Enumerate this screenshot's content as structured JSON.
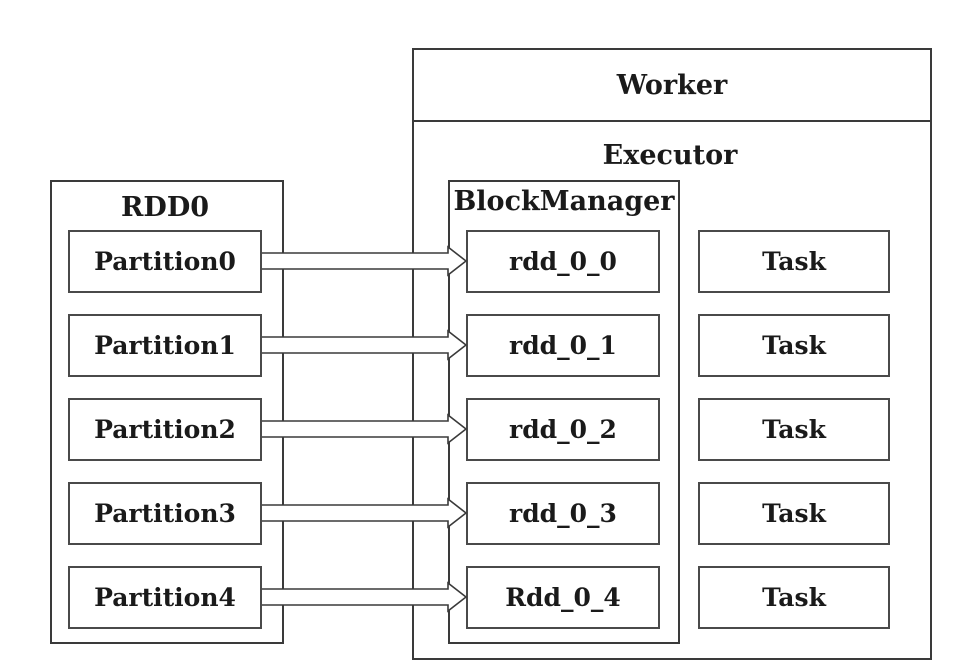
{
  "worker": {
    "label": "Worker"
  },
  "executor": {
    "label": "Executor"
  },
  "rdd": {
    "label": "RDD0",
    "partitions": [
      "Partition0",
      "Partition1",
      "Partition2",
      "Partition3",
      "Partition4"
    ]
  },
  "block_manager": {
    "label": "BlockManager",
    "blocks": [
      "rdd_0_0",
      "rdd_0_1",
      "rdd_0_2",
      "rdd_0_3",
      "Rdd_0_4"
    ]
  },
  "tasks": [
    "Task",
    "Task",
    "Task",
    "Task",
    "Task"
  ]
}
